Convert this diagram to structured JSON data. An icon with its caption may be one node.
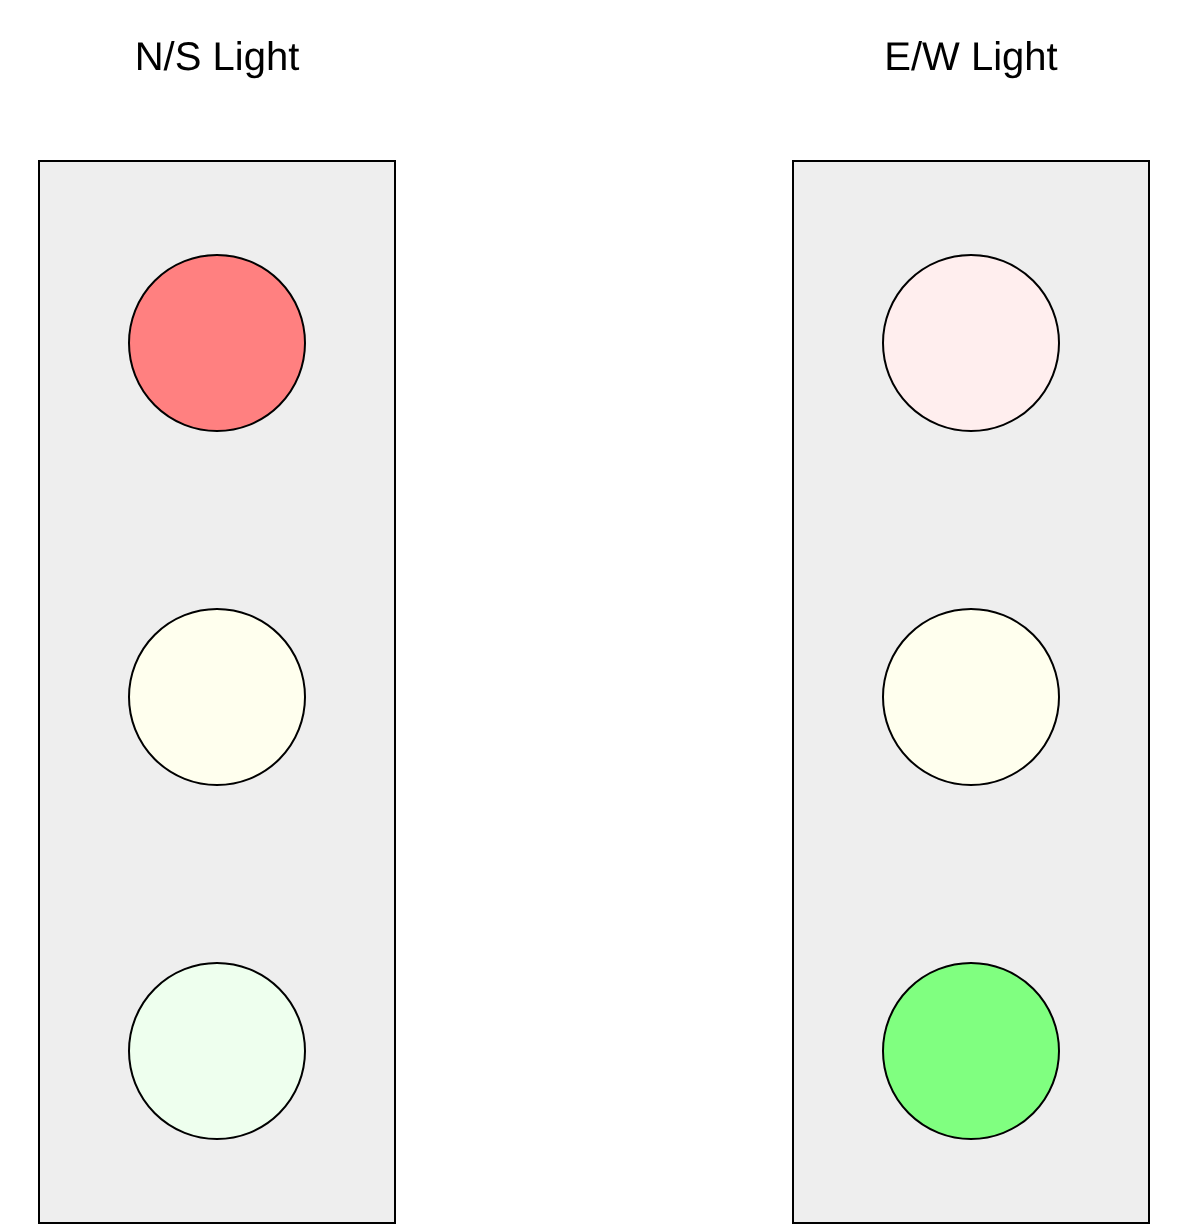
{
  "diagram": {
    "nodes": [
      {
        "text": [
          "N/S Light"
        ]
      },
      {
        "text": [],
        "shape": "circle",
        "in": 0
      },
      {
        "text": [],
        "shape": "circle",
        "in": 0
      },
      {
        "text": [],
        "shape": "circle",
        "in": 0
      },
      {
        "text": [
          "E/W Light"
        ]
      },
      {
        "text": [],
        "shape": "circle",
        "in": 4
      },
      {
        "text": [],
        "shape": "circle",
        "in": 4
      },
      {
        "text": [],
        "shape": "circle",
        "in": 4
      }
    ]
  }
}
